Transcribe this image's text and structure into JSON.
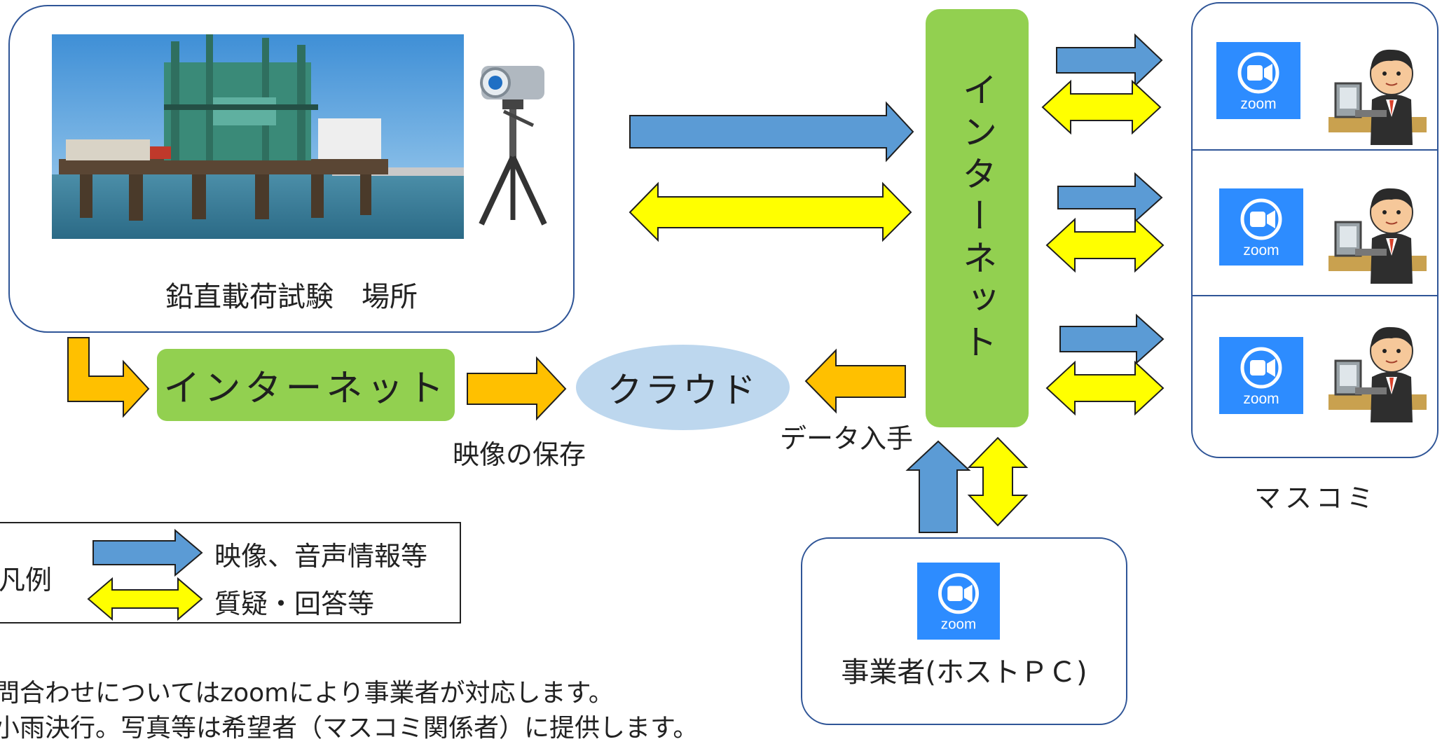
{
  "site": {
    "caption": "鉛直載荷試験　場所"
  },
  "internet_vertical": {
    "label": "インターネット"
  },
  "internet_horizontal": {
    "label": "インターネット"
  },
  "cloud": {
    "label": "クラウド"
  },
  "labels": {
    "save_video": "映像の保存",
    "data_get": "データ入手",
    "media": "マスコミ",
    "host": "事業者(ホストＰＣ)"
  },
  "legend": {
    "title": "凡例",
    "video_audio": "映像、音声情報等",
    "qa": "質疑・回答等"
  },
  "notes": [
    "問合わせについてはzoomにより事業者が対応します。",
    "小雨決行。写真等は希望者（マスコミ関係者）に提供します。"
  ],
  "zoom_text": "zoom",
  "colors": {
    "blue_arrow": "#5b9bd5",
    "yellow_arrow": "#ffff00",
    "orange_arrow": "#ffc000",
    "green": "#92d050",
    "cloud": "#bdd7ee",
    "border": "#2f5597",
    "zoom": "#2d8cff"
  }
}
